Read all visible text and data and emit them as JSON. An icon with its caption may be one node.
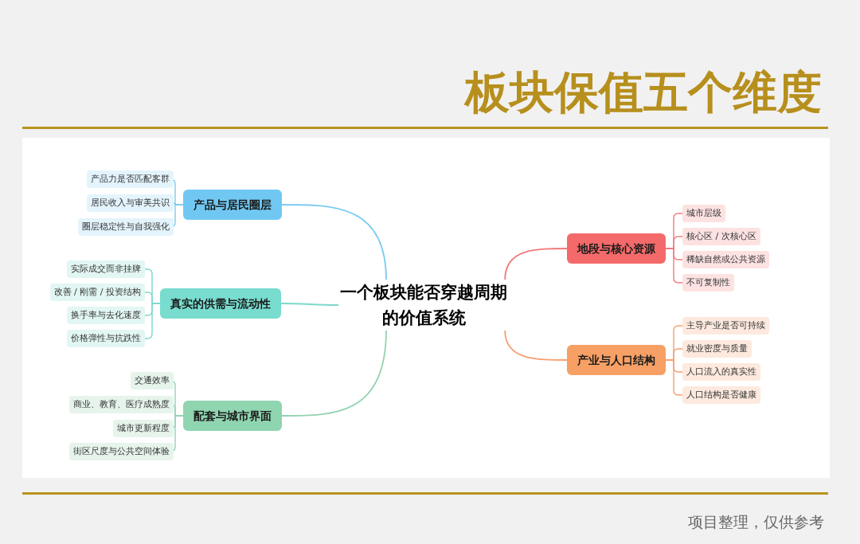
{
  "diagram": {
    "title": "板块保值五个维度",
    "nodes": [
      {
        "text": [
          "一个板块能否穿越周期的价值系统"
        ]
      },
      {
        "text": [
          "产品与居民圈层"
        ]
      },
      {
        "text": [
          "产品力是否匹配客群"
        ]
      },
      {
        "text": [
          "居民收入与审美共识"
        ]
      },
      {
        "text": [
          "圈层稳定性与自我强化"
        ]
      },
      {
        "text": [
          "真实的供需与流动性"
        ]
      },
      {
        "text": [
          "实际成交而非挂牌"
        ]
      },
      {
        "text": [
          "改善 / 刚需 / 投资结构"
        ]
      },
      {
        "text": [
          "换手率与去化速度"
        ]
      },
      {
        "text": [
          "价格弹性与抗跌性"
        ]
      },
      {
        "text": [
          "配套与城市界面"
        ]
      },
      {
        "text": [
          "交通效率"
        ]
      },
      {
        "text": [
          "商业、教育、医疗成熟度"
        ]
      },
      {
        "text": [
          "城市更新程度"
        ]
      },
      {
        "text": [
          "街区尺度与公共空间体验"
        ]
      },
      {
        "text": [
          "地段与核心资源"
        ]
      },
      {
        "text": [
          "城市层级"
        ]
      },
      {
        "text": [
          "核心区 / 次核心区"
        ]
      },
      {
        "text": [
          "稀缺自然或公共资源"
        ]
      },
      {
        "text": [
          "不可复制性"
        ]
      },
      {
        "text": [
          "产业与人口结构"
        ]
      },
      {
        "text": [
          "主导产业是否可持续"
        ]
      },
      {
        "text": [
          "就业密度与质量"
        ]
      },
      {
        "text": [
          "人口流入的真实性"
        ]
      },
      {
        "text": [
          "人口结构是否健康"
        ]
      }
    ],
    "edges": [
      {
        "from": 0,
        "to": 1,
        "arrow": "none",
        "color": "#7ccbf0"
      },
      {
        "from": 0,
        "to": 5,
        "arrow": "none",
        "color": "#7dd8cc"
      },
      {
        "from": 0,
        "to": 10,
        "arrow": "none",
        "color": "#93d3b1"
      },
      {
        "from": 0,
        "to": 15,
        "arrow": "none",
        "color": "#f27a7a"
      },
      {
        "from": 0,
        "to": 20,
        "arrow": "none",
        "color": "#f5a06e"
      },
      {
        "from": 1,
        "to": 2,
        "arrow": "none",
        "color": "#7ccbf0"
      },
      {
        "from": 1,
        "to": 3,
        "arrow": "none",
        "color": "#7ccbf0"
      },
      {
        "from": 1,
        "to": 4,
        "arrow": "none",
        "color": "#7ccbf0"
      },
      {
        "from": 5,
        "to": 6,
        "arrow": "none",
        "color": "#7dd8cc"
      },
      {
        "from": 5,
        "to": 7,
        "arrow": "none",
        "color": "#7dd8cc"
      },
      {
        "from": 5,
        "to": 8,
        "arrow": "none",
        "color": "#7dd8cc"
      },
      {
        "from": 5,
        "to": 9,
        "arrow": "none",
        "color": "#7dd8cc"
      },
      {
        "from": 10,
        "to": 11,
        "arrow": "none",
        "color": "#93d3b1"
      },
      {
        "from": 10,
        "to": 12,
        "arrow": "none",
        "color": "#93d3b1"
      },
      {
        "from": 10,
        "to": 13,
        "arrow": "none",
        "color": "#93d3b1"
      },
      {
        "from": 10,
        "to": 14,
        "arrow": "none",
        "color": "#93d3b1"
      },
      {
        "from": 15,
        "to": 16,
        "arrow": "none",
        "color": "#f27a7a"
      },
      {
        "from": 15,
        "to": 17,
        "arrow": "none",
        "color": "#f27a7a"
      },
      {
        "from": 15,
        "to": 18,
        "arrow": "none",
        "color": "#f27a7a"
      },
      {
        "from": 15,
        "to": 19,
        "arrow": "none",
        "color": "#f27a7a"
      },
      {
        "from": 20,
        "to": 21,
        "arrow": "none",
        "color": "#f5a06e"
      },
      {
        "from": 20,
        "to": 22,
        "arrow": "none",
        "color": "#f5a06e"
      },
      {
        "from": 20,
        "to": 23,
        "arrow": "none",
        "color": "#f5a06e"
      },
      {
        "from": 20,
        "to": 24,
        "arrow": "none",
        "color": "#f5a06e"
      }
    ],
    "labels": [
      "项目整理，仅供参考"
    ]
  }
}
